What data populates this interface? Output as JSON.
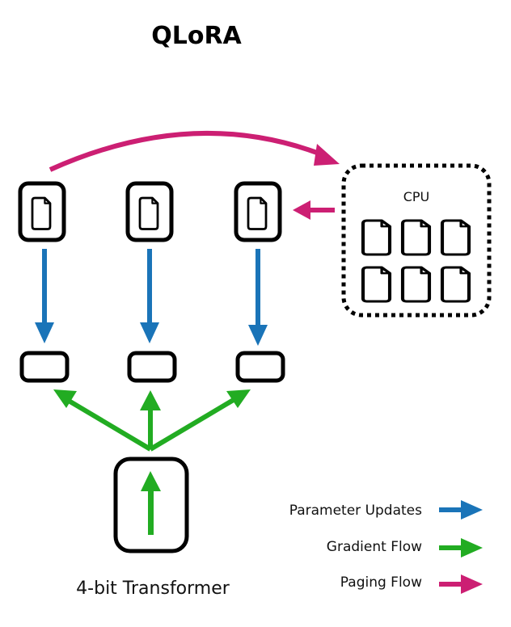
{
  "title": "QLoRA",
  "cpu_label": "CPU",
  "base_model_label": "4-bit Transformer",
  "colors": {
    "parameter_updates": "#1a74b8",
    "gradient_flow": "#22ac22",
    "paging_flow": "#cc1f73",
    "outline": "#000000"
  },
  "icons": {
    "adapter": "document-icon",
    "cpu_page": "document-icon"
  },
  "legend": [
    {
      "label": "Parameter Updates",
      "color_key": "parameter_updates"
    },
    {
      "label": "Gradient Flow",
      "color_key": "gradient_flow"
    },
    {
      "label": "Paging Flow",
      "color_key": "paging_flow"
    }
  ],
  "adapters_count": 3,
  "outputs_count": 3,
  "cpu_pages_count": 6
}
